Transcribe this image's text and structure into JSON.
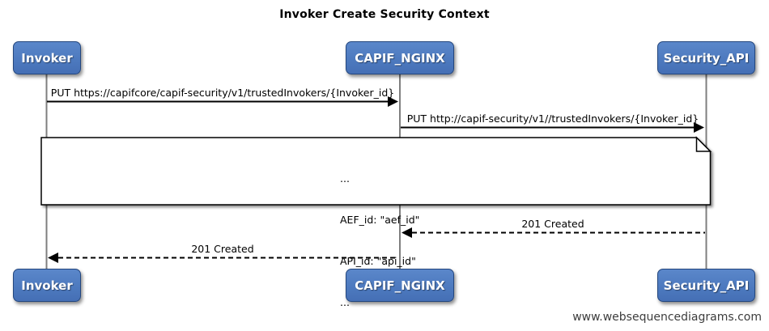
{
  "title": "Invoker Create Security Context",
  "actors": [
    {
      "id": "invoker",
      "label": "Invoker"
    },
    {
      "id": "capif_nginx",
      "label": "CAPIF_NGINX"
    },
    {
      "id": "security_api",
      "label": "Security_API"
    }
  ],
  "messages": [
    {
      "from": "Invoker",
      "to": "CAPIF_NGINX",
      "style": "solid",
      "label": "PUT https://capifcore/capif-security/v1/trustedInvokers/{Invoker_id}"
    },
    {
      "from": "CAPIF_NGINX",
      "to": "Security_API",
      "style": "solid",
      "label": "PUT http://capif-security/v1//trustedInvokers/{Invoker_id}"
    },
    {
      "from": "Security_API",
      "to": "CAPIF_NGINX",
      "style": "dashed",
      "label": "201 Created"
    },
    {
      "from": "CAPIF_NGINX",
      "to": "Invoker",
      "style": "dashed",
      "label": "201 Created"
    }
  ],
  "note": {
    "lines": [
      "...",
      "AEF_id: \"aef_id\"",
      "API_id: \"api_id\"",
      "..."
    ]
  },
  "footer": "www.websequencediagrams.com",
  "colors": {
    "actor_fill": "#4d7abf",
    "actor_border": "#24477e",
    "actor_text": "#ffffff",
    "lifeline": "#7f7f7f",
    "arrow": "#000000",
    "note_fill": "#ffffff",
    "note_border": "#000000",
    "background": "#ffffff"
  }
}
